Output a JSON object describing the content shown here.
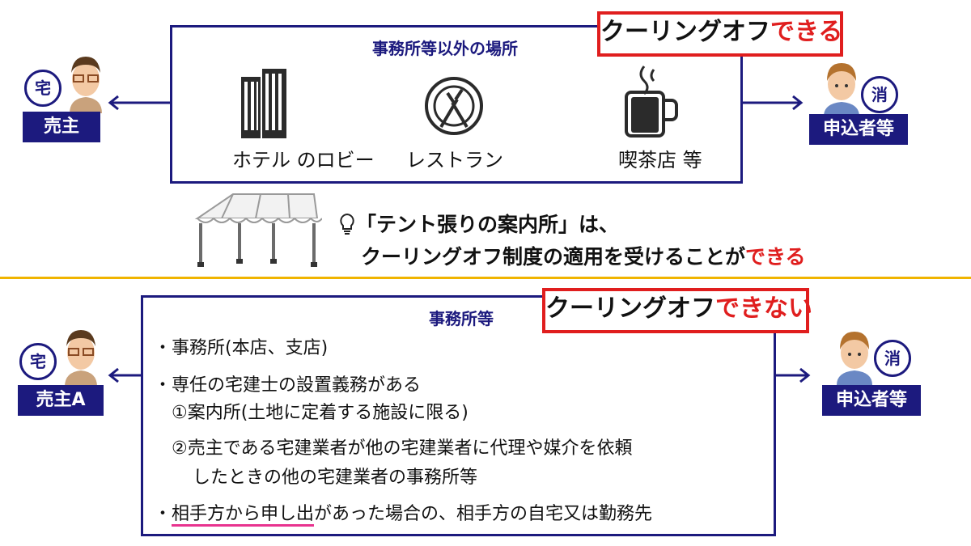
{
  "top": {
    "frame_title": "事務所等以外の場所",
    "badge_main": "クーリングオフ",
    "badge_red": "できる",
    "seller_label": "売主",
    "seller_badge": "宅",
    "buyer_label": "申込者等",
    "buyer_badge": "消",
    "places": [
      {
        "icon": "building-icon",
        "label": "ホテル のロビー"
      },
      {
        "icon": "restaurant-plate-icon",
        "label": "レストラン"
      },
      {
        "icon": "coffee-mug-icon",
        "label": "喫茶店 等"
      }
    ]
  },
  "tip": {
    "line1": "「テント張りの案内所」は、",
    "line2_main": "クーリングオフ制度の適用を受けることが",
    "line2_red": "できる"
  },
  "bottom": {
    "frame_title": "事務所等",
    "badge_main": "クーリングオフ",
    "badge_red": "できない",
    "seller_label": "売主A",
    "seller_badge": "宅",
    "buyer_label": "申込者等",
    "buyer_badge": "消",
    "items": {
      "i1": "・事務所(本店、支店)",
      "i2": "・専任の宅建士の設置義務がある",
      "i3": "①案内所(土地に定着する施設に限る)",
      "i4": "②売主である宅建業者が他の宅建業者に代理や媒介を依頼",
      "i5": "したときの他の宅建業者の事務所等",
      "i6_bullet": "・",
      "i6_underlined": "相手方から申し出",
      "i6_rest": "があった場合の、相手方の自宅又は勤務先"
    }
  },
  "colors": {
    "navy": "#1c1a7e",
    "red": "#e01e1e",
    "divider": "#f0b400",
    "underline": "#e8338f"
  }
}
